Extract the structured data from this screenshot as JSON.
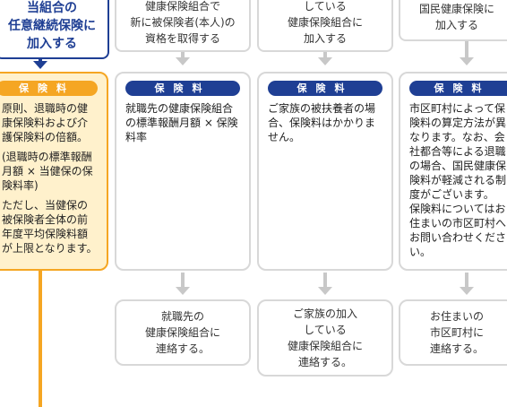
{
  "top": {
    "col0": [
      "当組合の",
      "任意継続保険に",
      "加入する"
    ],
    "col1": [
      "健康保険組合で",
      "新に被保険者(本人)の",
      "資格を取得する"
    ],
    "col2": [
      "している",
      "健康保険組合に",
      "加入する"
    ],
    "col3": [
      "国民健康保険に",
      "加入する"
    ]
  },
  "premium": {
    "label": "保険料",
    "col0": [
      "原則、退職時の健康保険料および介護保険料の倍額。",
      "(退職時の標準報酬月額 × 当健保の保険料率)",
      "ただし、当健保の被保険者全体の前年度平均保険料額が上限となります。"
    ],
    "col1": [
      "就職先の健康保険組合の標準報酬月額 × 保険料率"
    ],
    "col2": [
      "ご家族の被扶養者の場合、保険料はかかりません。"
    ],
    "col3": [
      "市区町村によって保険料の算定方法が異なります。なお、会社都合等による退職の場合、国民健康保険料が軽減される制度がございます。",
      "保険料についてはお住まいの市区町村へお問い合わせください。"
    ]
  },
  "bottom": {
    "col1": [
      "就職先の",
      "健康保険組合に",
      "連絡する。"
    ],
    "col2": [
      "ご家族の加入",
      "している",
      "健康保険組合に",
      "連絡する。"
    ],
    "col3": [
      "お住まいの",
      "市区町村に",
      "連絡する。"
    ]
  },
  "colors": {
    "navy": "#1f3f94",
    "orange": "#f5a623",
    "orange_fill": "#fff1cc",
    "gray": "#d8d8d8"
  }
}
